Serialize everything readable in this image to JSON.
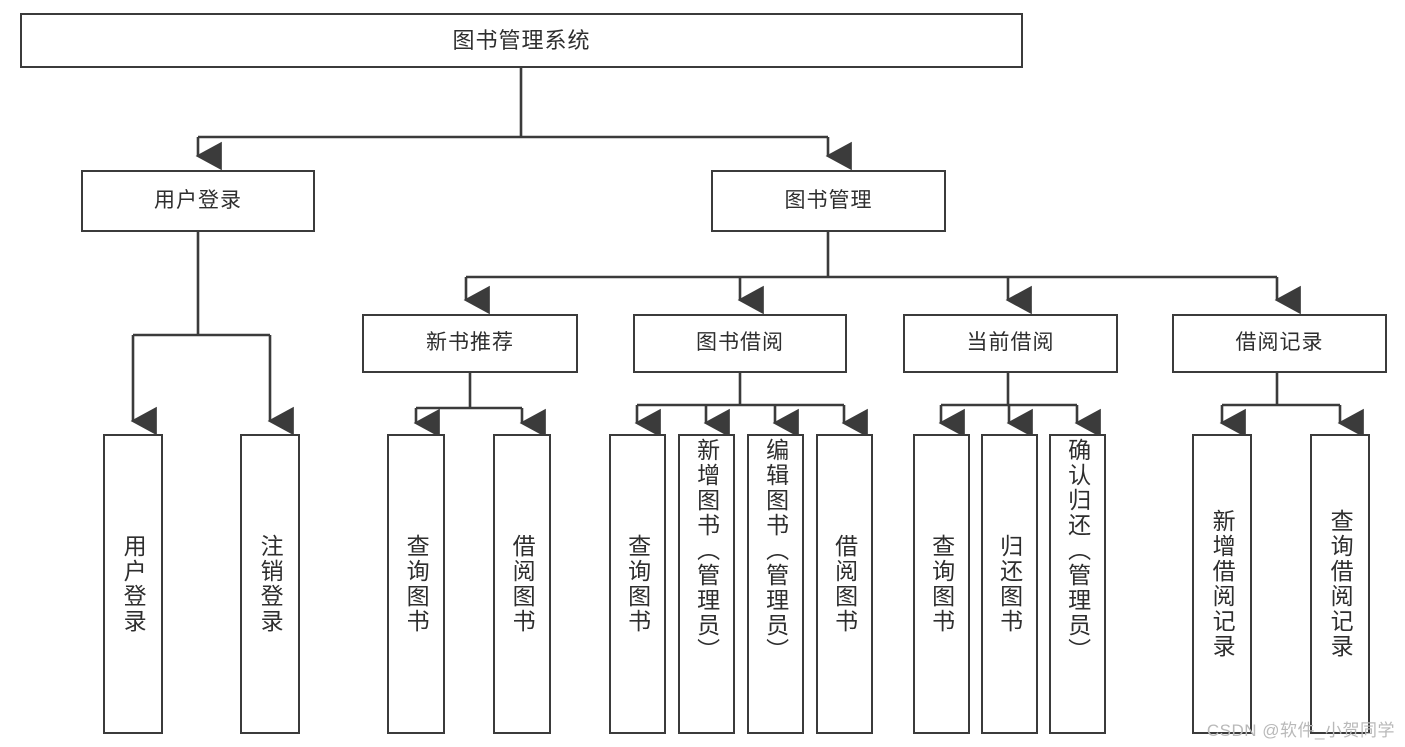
{
  "diagram": {
    "type": "tree",
    "title": "图书管理系统",
    "orientation": "top-down",
    "edge_color": "#3b3b3b",
    "node_border_color": "#3b3b3b",
    "node_fill_color": "#ffffff",
    "text_color": "#2e2e2e"
  },
  "root": {
    "label": "图书管理系统"
  },
  "level2": [
    {
      "label": "用户登录"
    },
    {
      "label": "图书管理"
    }
  ],
  "level3": [
    {
      "label": "新书推荐"
    },
    {
      "label": "图书借阅"
    },
    {
      "label": "当前借阅"
    },
    {
      "label": "借阅记录"
    }
  ],
  "leaves": {
    "user_login": [
      {
        "label": "用户登录"
      },
      {
        "label": "注销登录"
      }
    ],
    "new_book_recommend": [
      {
        "label": "查询图书"
      },
      {
        "label": "借阅图书"
      }
    ],
    "book_borrow": [
      {
        "label": "查询图书"
      },
      {
        "label": "新增图书（管理员）"
      },
      {
        "label": "编辑图书（管理员）"
      },
      {
        "label": "借阅图书"
      }
    ],
    "current_borrow": [
      {
        "label": "查询图书"
      },
      {
        "label": "归还图书"
      },
      {
        "label": "确认归还（管理员）"
      }
    ],
    "borrow_record": [
      {
        "label": "新增借阅记录"
      },
      {
        "label": "查询借阅记录"
      }
    ]
  },
  "watermark": {
    "text": "CSDN @软件_小贺同学"
  }
}
